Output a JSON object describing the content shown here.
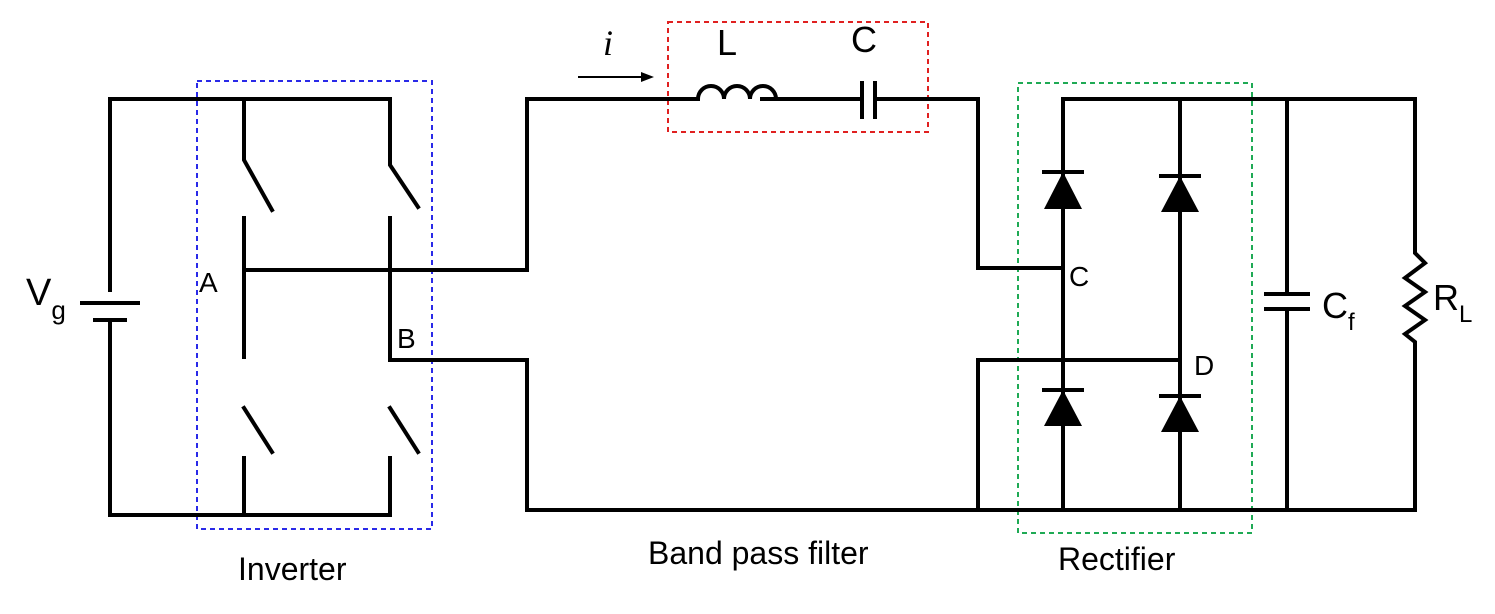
{
  "diagram": {
    "source": {
      "symbol": "V",
      "subscript": "g"
    },
    "nodes": {
      "a": "A",
      "b": "B",
      "c": "C",
      "d": "D"
    },
    "filter": {
      "inductor": "L",
      "capacitor": "C",
      "current": "i"
    },
    "output": {
      "cap_symbol": "C",
      "cap_subscript": "f",
      "res_symbol": "R",
      "res_subscript": "L"
    },
    "blocks": {
      "inverter": "Inverter",
      "filter": "Band pass filter",
      "rectifier": "Rectifier"
    },
    "colors": {
      "inverter_box": "#2a2ae8",
      "filter_box": "#e02020",
      "rectifier_box": "#1faa55",
      "wire": "#000000"
    }
  }
}
